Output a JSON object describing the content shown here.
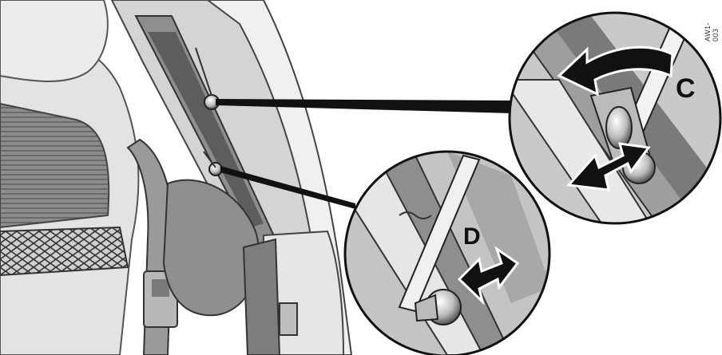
{
  "figure": {
    "figure_code": "AW1-003",
    "callout_c": "C",
    "callout_d": "D"
  },
  "colors": {
    "background": "#ffffff",
    "shade_light": "#d9d9d9",
    "shade_mid": "#a9a9a9",
    "shade_dark": "#6b6b6b",
    "ink": "#111111"
  },
  "icons": [
    "rotate-arrow-icon",
    "push-pull-arrow-icon",
    "double-arrow-icon"
  ]
}
